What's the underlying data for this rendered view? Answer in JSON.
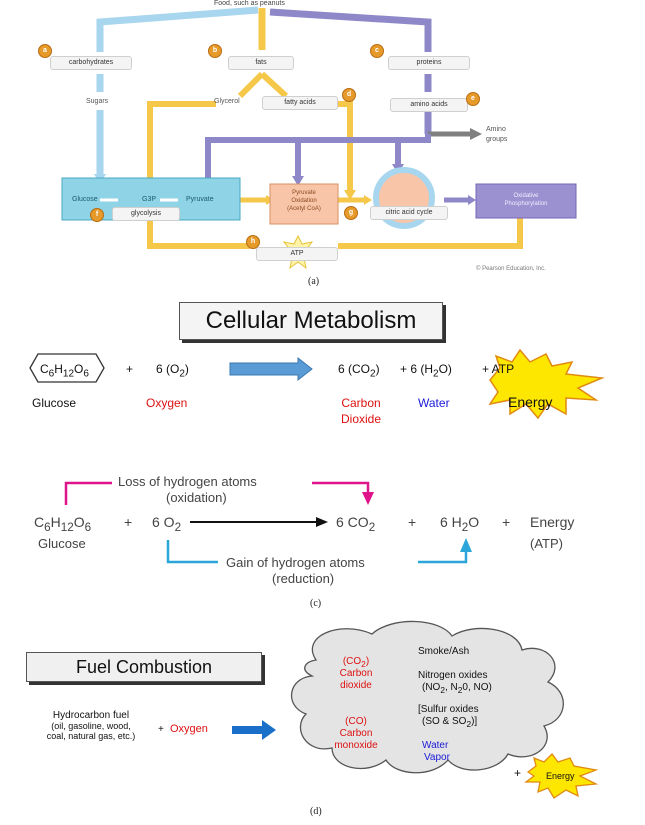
{
  "panel_a": {
    "food": "Food, such as peanuts",
    "carbohydrates": "carbohydrates",
    "fats": "fats",
    "proteins": "proteins",
    "sugars": "Sugars",
    "glycerol": "Glycerol",
    "fatty_acids": "fatty acids",
    "amino_acids": "amino acids",
    "amino_groups_1": "Amino",
    "amino_groups_2": "groups",
    "glucose": "Glucose",
    "g3p": "G3P",
    "pyruvate": "Pyruvate",
    "glycolysis": "glycolysis",
    "pyruvate_ox_1": "Pyruvate",
    "pyruvate_ox_2": "Oxidation",
    "pyruvate_ox_3": "(Acetyl CoA)",
    "citric": "citric acid cycle",
    "oxphos_1": "Oxidative",
    "oxphos_2": "Phosphorylation",
    "atp": "ATP",
    "copyright": "© Pearson Education, Inc.",
    "badges": [
      "a",
      "b",
      "c",
      "d",
      "e",
      "f",
      "g",
      "h"
    ],
    "caption": "(a)"
  },
  "panel_b": {
    "title": "Cellular Metabolism",
    "glucose_formula": "C6H12O6",
    "plus1": "+",
    "oxygen_formula": "6 (O2)",
    "co2_formula": "6 (CO2)",
    "water_formula": "+ 6 (H2O)",
    "atp": "+ ATP",
    "glucose_label": "Glucose",
    "oxygen_label": "Oxygen",
    "carbon_label_1": "Carbon",
    "carbon_label_2": "Dioxide",
    "water_label": "Water",
    "energy": "Energy"
  },
  "panel_c": {
    "loss_1": "Loss of hydrogen atoms",
    "loss_2": "(oxidation)",
    "glucose_formula": "C6H12O6",
    "plus1": "+",
    "o2": "6 O2",
    "co2": "6 CO2",
    "plus2": "+",
    "h2o": "6 H2O",
    "plus3": "+",
    "energy": "Energy",
    "glucose_label": "Glucose",
    "atp_label": "(ATP)",
    "gain_1": "Gain of hydrogen atoms",
    "gain_2": "(reduction)",
    "caption": "(c)"
  },
  "panel_d": {
    "title": "Fuel Combustion",
    "fuel_1": "Hydrocarbon fuel",
    "fuel_2": "(oil, gasoline, wood,",
    "fuel_3": "coal, natural gas, etc.)",
    "plus_oxygen_plus": "+",
    "oxygen": "Oxygen",
    "co2_formula": "(CO2)",
    "co2_1": "Carbon",
    "co2_2": "dioxide",
    "co_formula": "(CO)",
    "co_1": "Carbon",
    "co_2": "monoxide",
    "smoke": "Smoke/Ash",
    "nitrogen_1": "Nitrogen oxides",
    "nitrogen_2": "(NO2, N20, NO)",
    "sulfur_1": "[Sulfur oxides",
    "sulfur_2": "(SO & SO2)]",
    "water_1": "Water",
    "water_2": "Vapor",
    "plus_energy": "+",
    "energy": "Energy",
    "caption": "(d)"
  },
  "colors": {
    "light_blue": "#a7d6ee",
    "yellow": "#f5c84a",
    "purple": "#8e88c8",
    "teal_box": "#8ed3e6",
    "salmon": "#f8c5a8",
    "oxphos": "#9b90d0",
    "magenta": "#e0148a",
    "cyan": "#2aa6d8",
    "arrow_blue": "#2a7fd0"
  }
}
